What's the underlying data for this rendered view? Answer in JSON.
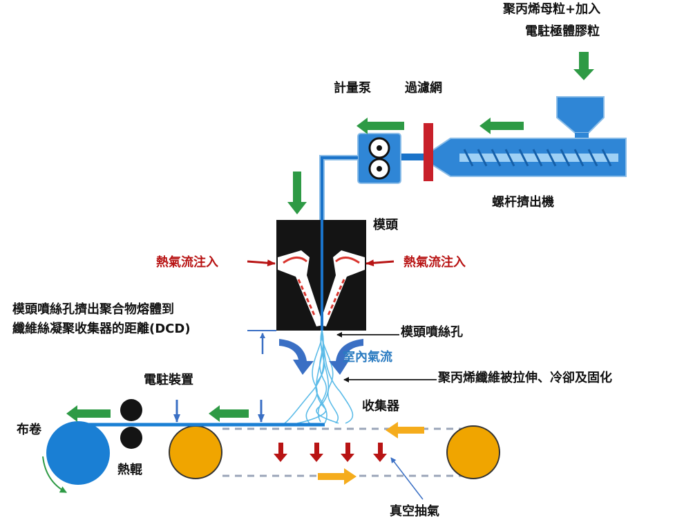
{
  "labels": {
    "raw_material_line1": "聚丙烯母粒+加入",
    "raw_material_line2": "電駐極體膠粒",
    "metering_pump": "計量泵",
    "filter_screen": "過濾網",
    "screw_extruder": "螺杆擠出機",
    "die_head": "模頭",
    "hot_air_left": "熱氣流注入",
    "hot_air_right": "熱氣流注入",
    "dcd_line1": "模頭噴絲孔擠出聚合物熔體到",
    "dcd_line2": "纖維絲凝聚收集器的距離(DCD)",
    "spinneret": "模頭噴絲孔",
    "room_air": "室內氣流",
    "fiber_process": "聚丙烯纖維被拉伸、冷卻及固化",
    "electret_device": "電駐裝置",
    "collector": "收集器",
    "fabric_roll": "布卷",
    "hot_roller": "熱輥",
    "vacuum": "真空抽氣"
  },
  "colors": {
    "green_arrow": "#2e9a45",
    "red_arrow": "#b81414",
    "blue_arrow": "#3a6fc4",
    "yellow_arrow": "#f5ac1c",
    "melt_blue": "#1a73c9",
    "roller_orange": "#f0a500",
    "fabric_blue": "#1a7fd4",
    "die_black": "#141414",
    "filter_red": "#c8202a"
  }
}
